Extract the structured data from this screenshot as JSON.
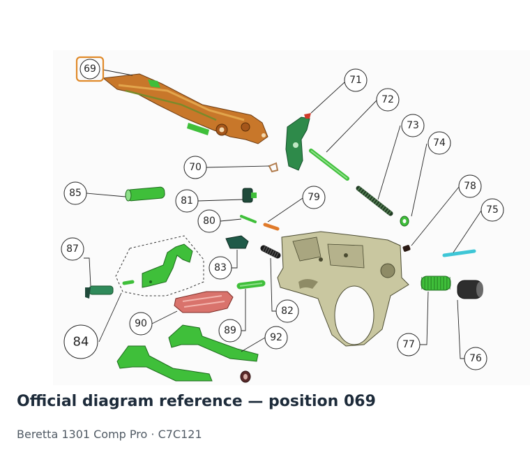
{
  "diagram": {
    "highlighted_part": "69",
    "callouts": [
      "69",
      "70",
      "71",
      "72",
      "73",
      "74",
      "75",
      "76",
      "77",
      "78",
      "79",
      "80",
      "81",
      "82",
      "83",
      "84",
      "85",
      "87",
      "89",
      "90",
      "92"
    ]
  },
  "caption": {
    "title": "Official diagram reference — position 069",
    "subtitle": "Beretta 1301 Comp Pro · C7C121"
  },
  "colors": {
    "hammer": "#c8772a",
    "green_parts": "#3fbf3a",
    "receiver": "#c9c7a0",
    "carrier": "#d9736c",
    "pin_cyan": "#3ec6d6",
    "highlight": "#e08a2a"
  }
}
